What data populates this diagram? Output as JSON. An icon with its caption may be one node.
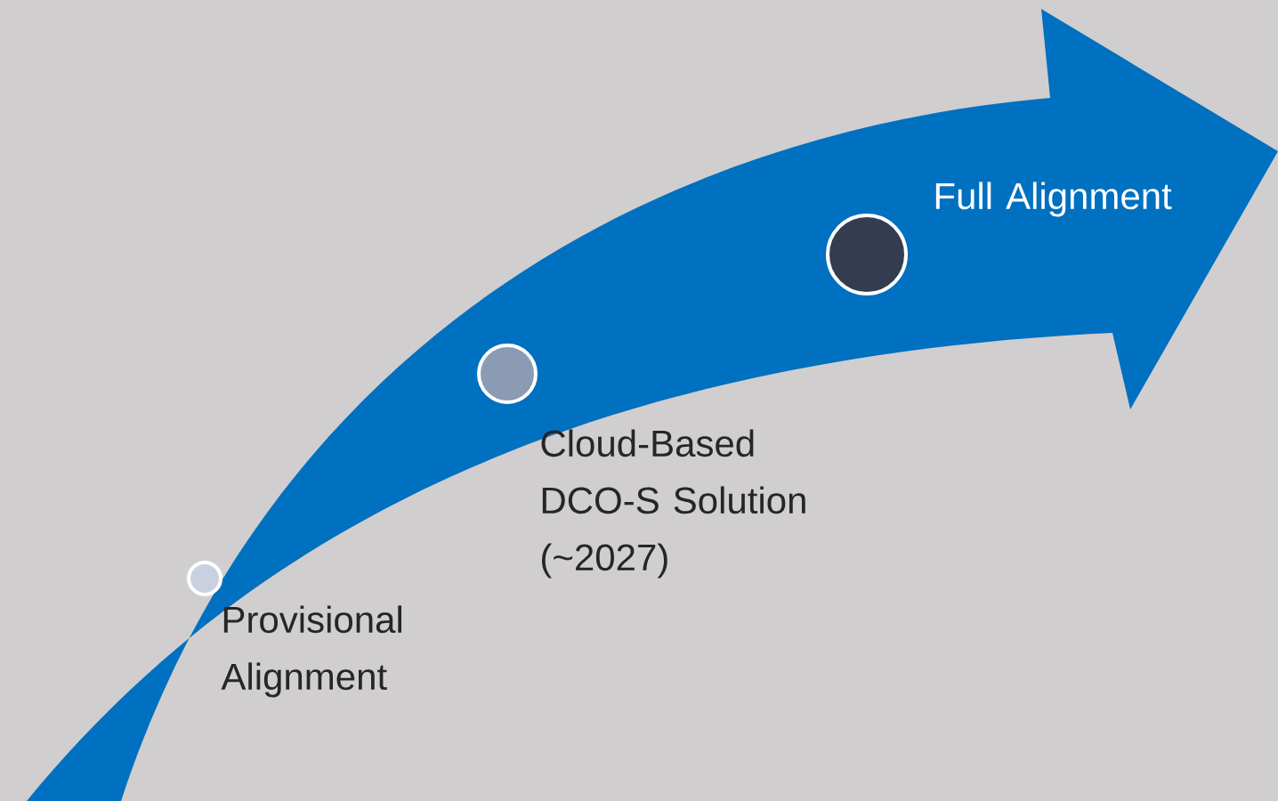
{
  "diagram": {
    "nodes": [
      {
        "text": [],
        "shape": "circle",
        "beside": [
          "Provisional Alignment"
        ]
      },
      {
        "text": [],
        "shape": "circle",
        "beside": [
          "Cloud-Based DCO-S Solution (~2027)"
        ]
      },
      {
        "text": [],
        "shape": "circle",
        "beside": [
          "Full Alignment"
        ]
      }
    ]
  }
}
